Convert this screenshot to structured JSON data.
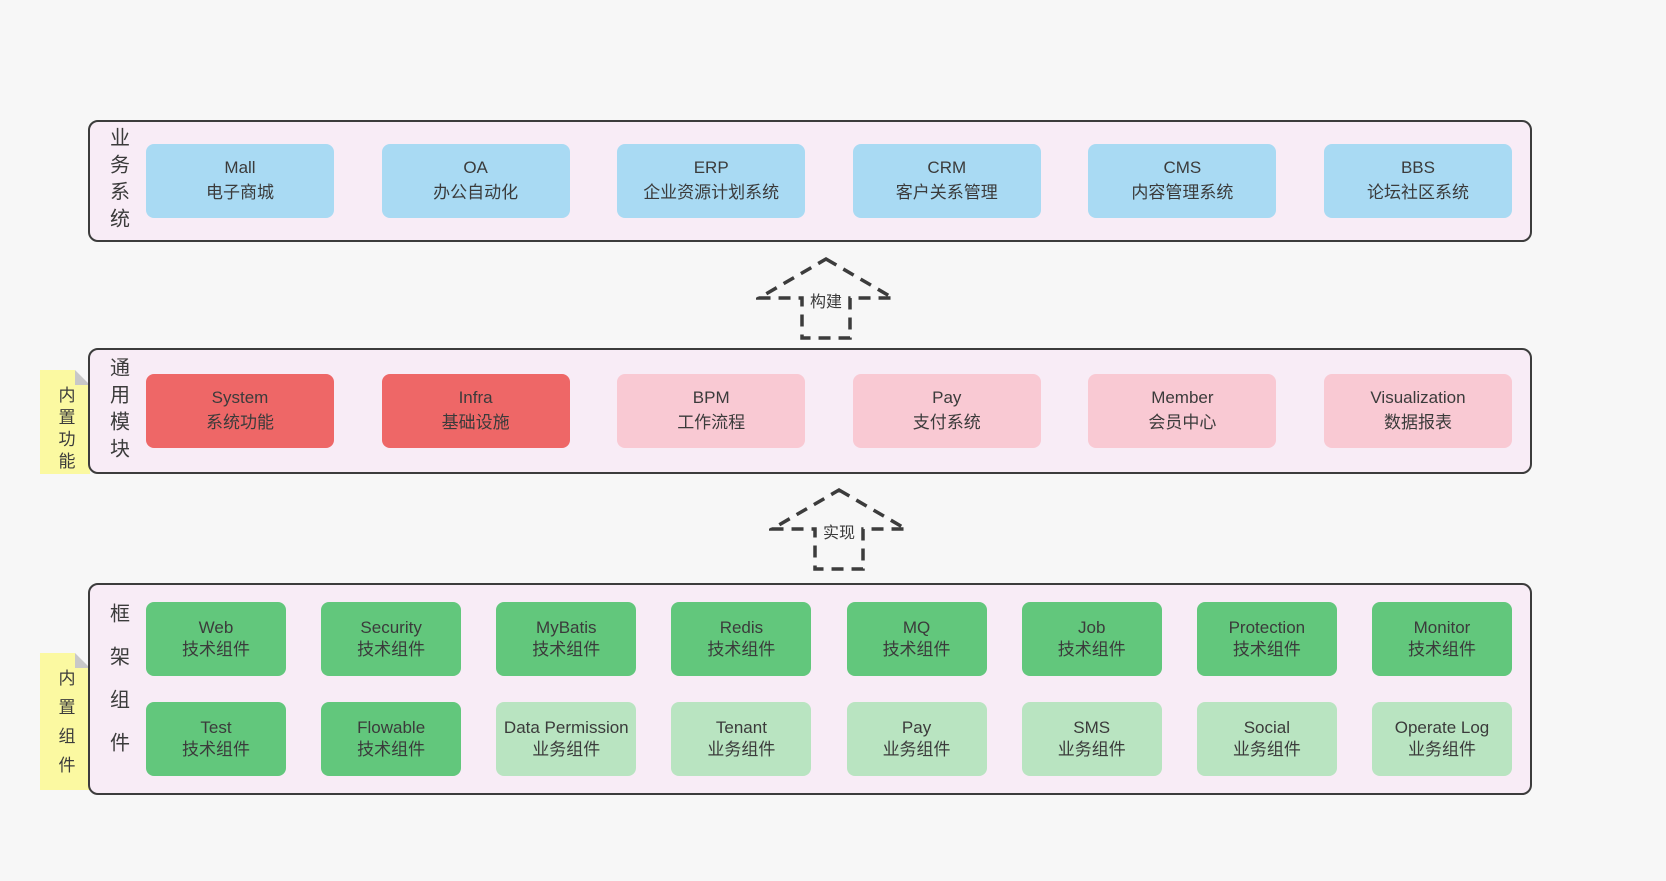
{
  "colors": {
    "page_bg": "#f7f7f7",
    "panel_bg": "#f8ecf6",
    "panel_border": "#3c3c3c",
    "text": "#3b3b3b",
    "blue": "#a9daf3",
    "red": "#ee6767",
    "pink": "#f9c9d3",
    "green": "#62c77c",
    "green_light": "#b9e4c1",
    "sticky_yellow": "#fbf9a1",
    "fold_gray": "#c8c8c8"
  },
  "sections": {
    "business": {
      "side_label": "业务系统",
      "items": [
        {
          "name": "Mall",
          "subtitle": "电子商城",
          "variant": "blue"
        },
        {
          "name": "OA",
          "subtitle": "办公自动化",
          "variant": "blue"
        },
        {
          "name": "ERP",
          "subtitle": "企业资源计划系统",
          "variant": "blue"
        },
        {
          "name": "CRM",
          "subtitle": "客户关系管理",
          "variant": "blue"
        },
        {
          "name": "CMS",
          "subtitle": "内容管理系统",
          "variant": "blue"
        },
        {
          "name": "BBS",
          "subtitle": "论坛社区系统",
          "variant": "blue"
        }
      ]
    },
    "modules": {
      "sticky_note": "内置功能",
      "side_label": "通用模块",
      "items": [
        {
          "name": "System",
          "subtitle": "系统功能",
          "variant": "red"
        },
        {
          "name": "Infra",
          "subtitle": "基础设施",
          "variant": "red"
        },
        {
          "name": "BPM",
          "subtitle": "工作流程",
          "variant": "pink"
        },
        {
          "name": "Pay",
          "subtitle": "支付系统",
          "variant": "pink"
        },
        {
          "name": "Member",
          "subtitle": "会员中心",
          "variant": "pink"
        },
        {
          "name": "Visualization",
          "subtitle": "数据报表",
          "variant": "pink"
        }
      ]
    },
    "components": {
      "sticky_note": "内置组件",
      "side_label": "框架组件",
      "row1": [
        {
          "name": "Web",
          "subtitle": "技术组件",
          "variant": "green"
        },
        {
          "name": "Security",
          "subtitle": "技术组件",
          "variant": "green"
        },
        {
          "name": "MyBatis",
          "subtitle": "技术组件",
          "variant": "green"
        },
        {
          "name": "Redis",
          "subtitle": "技术组件",
          "variant": "green"
        },
        {
          "name": "MQ",
          "subtitle": "技术组件",
          "variant": "green"
        },
        {
          "name": "Job",
          "subtitle": "技术组件",
          "variant": "green"
        },
        {
          "name": "Protection",
          "subtitle": "技术组件",
          "variant": "green"
        },
        {
          "name": "Monitor",
          "subtitle": "技术组件",
          "variant": "green"
        }
      ],
      "row2": [
        {
          "name": "Test",
          "subtitle": "技术组件",
          "variant": "green"
        },
        {
          "name": "Flowable",
          "subtitle": "技术组件",
          "variant": "green"
        },
        {
          "name": "Data Permission",
          "subtitle": "业务组件",
          "variant": "green-light"
        },
        {
          "name": "Tenant",
          "subtitle": "业务组件",
          "variant": "green-light"
        },
        {
          "name": "Pay",
          "subtitle": "业务组件",
          "variant": "green-light"
        },
        {
          "name": "SMS",
          "subtitle": "业务组件",
          "variant": "green-light"
        },
        {
          "name": "Social",
          "subtitle": "业务组件",
          "variant": "green-light"
        },
        {
          "name": "Operate Log",
          "subtitle": "业务组件",
          "variant": "green-light"
        }
      ]
    }
  },
  "arrows": [
    {
      "label": "构建"
    },
    {
      "label": "实现"
    }
  ]
}
